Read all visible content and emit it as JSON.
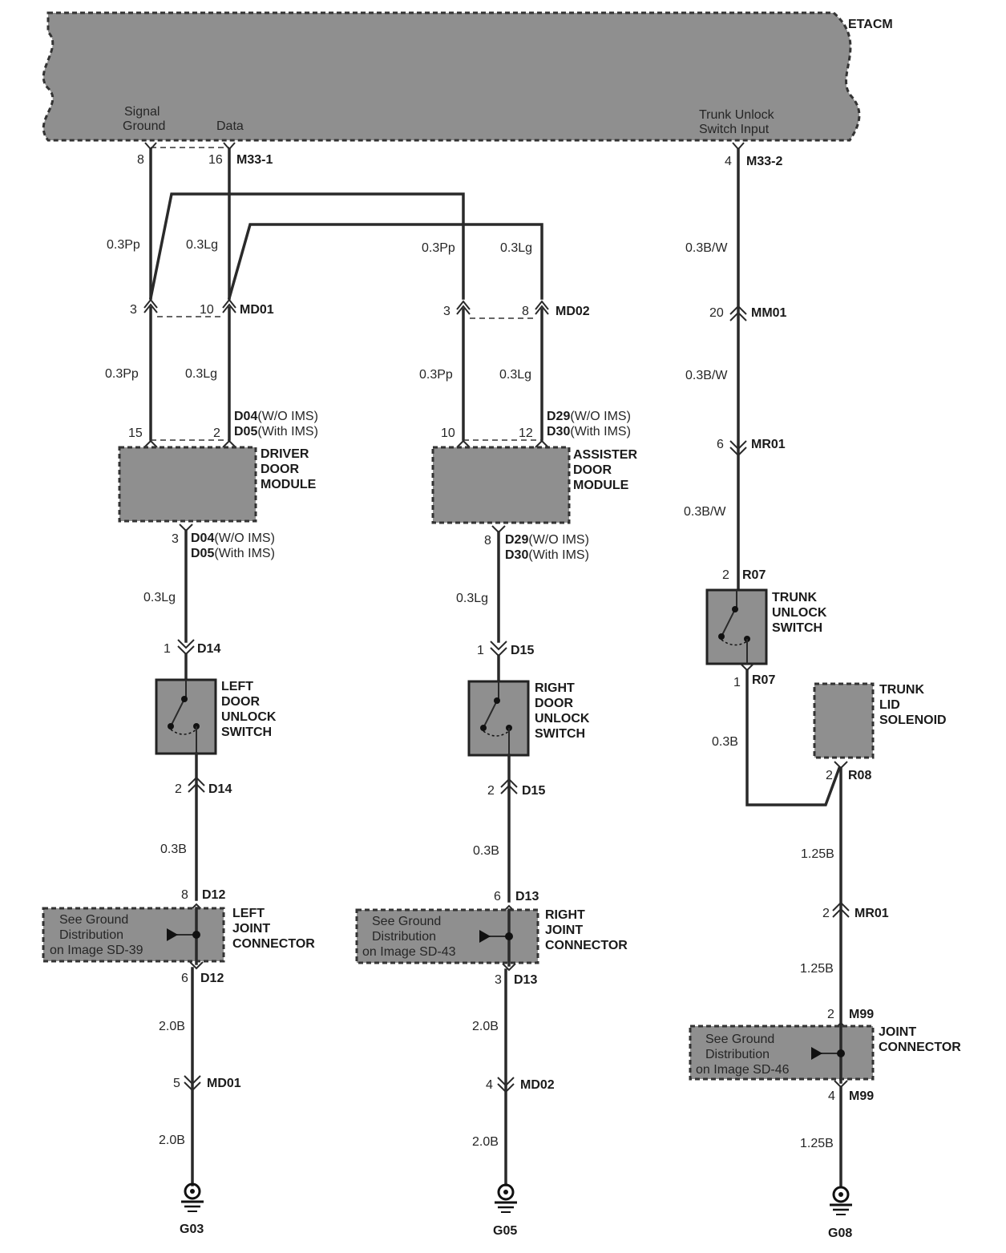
{
  "etacm": {
    "label": "ETACM",
    "signal_ground_1": "Signal",
    "signal_ground_2": "Ground",
    "data": "Data",
    "trunk_input_1": "Trunk Unlock",
    "trunk_input_2": "Switch Input"
  },
  "col1": {
    "top_pin_a": "8",
    "top_pin_b": "16",
    "top_conn": "M33-1",
    "wire_pp": "0.3Pp",
    "wire_lg": "0.3Lg",
    "md_pin_a": "3",
    "md_pin_b": "10",
    "md_conn": "MD01",
    "wire_pp2": "0.3Pp",
    "wire_lg2": "0.3Lg",
    "mod_pin_a": "15",
    "mod_pin_b": "2",
    "mod_conn_a_code": "D04",
    "mod_conn_a_note": "(W/O IMS)",
    "mod_conn_b_code": "D05",
    "mod_conn_b_note": "(With IMS)",
    "module_1": "DRIVER",
    "module_2": "DOOR",
    "module_3": "MODULE",
    "out_pin": "3",
    "out_conn_a_code": "D04",
    "out_conn_a_note": "(W/O IMS)",
    "out_conn_b_code": "D05",
    "out_conn_b_note": "(With IMS)",
    "wire_lg3": "0.3Lg",
    "sw_pin_in": "1",
    "sw_conn_in": "D14",
    "switch_1": "LEFT",
    "switch_2": "DOOR",
    "switch_3": "UNLOCK",
    "switch_4": "SWITCH",
    "sw_pin_out": "2",
    "sw_conn_out": "D14",
    "wire_b": "0.3B",
    "jc_pin_in": "8",
    "jc_conn_in": "D12",
    "jc_note_1": "See Ground",
    "jc_note_2": "Distribution",
    "jc_note_3": "on Image SD-39",
    "jc_1": "LEFT",
    "jc_2": "JOINT",
    "jc_3": "CONNECTOR",
    "jc_pin_out": "6",
    "jc_conn_out": "D12",
    "wire_20b": "2.0B",
    "md_pin_c": "5",
    "md_conn_c": "MD01",
    "wire_20b2": "2.0B",
    "ground": "G03"
  },
  "col2": {
    "wire_pp": "0.3Pp",
    "wire_lg": "0.3Lg",
    "md_pin_a": "3",
    "md_pin_b": "8",
    "md_conn": "MD02",
    "wire_pp2": "0.3Pp",
    "wire_lg2": "0.3Lg",
    "mod_pin_a": "10",
    "mod_pin_b": "12",
    "mod_conn_a_code": "D29",
    "mod_conn_a_note": "(W/O IMS)",
    "mod_conn_b_code": "D30",
    "mod_conn_b_note": "(With IMS)",
    "module_1": "ASSISTER",
    "module_2": "DOOR",
    "module_3": "MODULE",
    "out_pin": "8",
    "out_conn_a_code": "D29",
    "out_conn_a_note": "(W/O IMS)",
    "out_conn_b_code": "D30",
    "out_conn_b_note": "(With IMS)",
    "wire_lg3": "0.3Lg",
    "sw_pin_in": "1",
    "sw_conn_in": "D15",
    "switch_1": "RIGHT",
    "switch_2": "DOOR",
    "switch_3": "UNLOCK",
    "switch_4": "SWITCH",
    "sw_pin_out": "2",
    "sw_conn_out": "D15",
    "wire_b": "0.3B",
    "jc_pin_in": "6",
    "jc_conn_in": "D13",
    "jc_note_1": "See Ground",
    "jc_note_2": "Distribution",
    "jc_note_3": "on Image SD-43",
    "jc_1": "RIGHT",
    "jc_2": "JOINT",
    "jc_3": "CONNECTOR",
    "jc_pin_out": "3",
    "jc_conn_out": "D13",
    "wire_20b": "2.0B",
    "md_pin_c": "4",
    "md_conn_c": "MD02",
    "wire_20b2": "2.0B",
    "ground": "G05"
  },
  "col3": {
    "top_pin": "4",
    "top_conn": "M33-2",
    "wire_1": "0.3B/W",
    "mm_pin": "20",
    "mm_conn": "MM01",
    "wire_2": "0.3B/W",
    "mr_pin": "6",
    "mr_conn": "MR01",
    "wire_3": "0.3B/W",
    "sw_pin_in": "2",
    "sw_conn_in": "R07",
    "switch_1": "TRUNK",
    "switch_2": "UNLOCK",
    "switch_3": "SWITCH",
    "sw_pin_out": "1",
    "sw_conn_out": "R07",
    "wire_4": "0.3B",
    "sol_1": "TRUNK",
    "sol_2": "LID",
    "sol_3": "SOLENOID",
    "sol_pin": "2",
    "sol_conn": "R08",
    "wire_5": "1.25B",
    "mr2_pin": "2",
    "mr2_conn": "MR01",
    "wire_6": "1.25B",
    "jc_pin_in": "2",
    "jc_conn_in": "M99",
    "jc_note_1": "See Ground",
    "jc_note_2": "Distribution",
    "jc_note_3": "on Image SD-46",
    "jc_1": "JOINT",
    "jc_2": "CONNECTOR",
    "jc_pin_out": "4",
    "jc_conn_out": "M99",
    "wire_7": "1.25B",
    "ground": "G08"
  }
}
